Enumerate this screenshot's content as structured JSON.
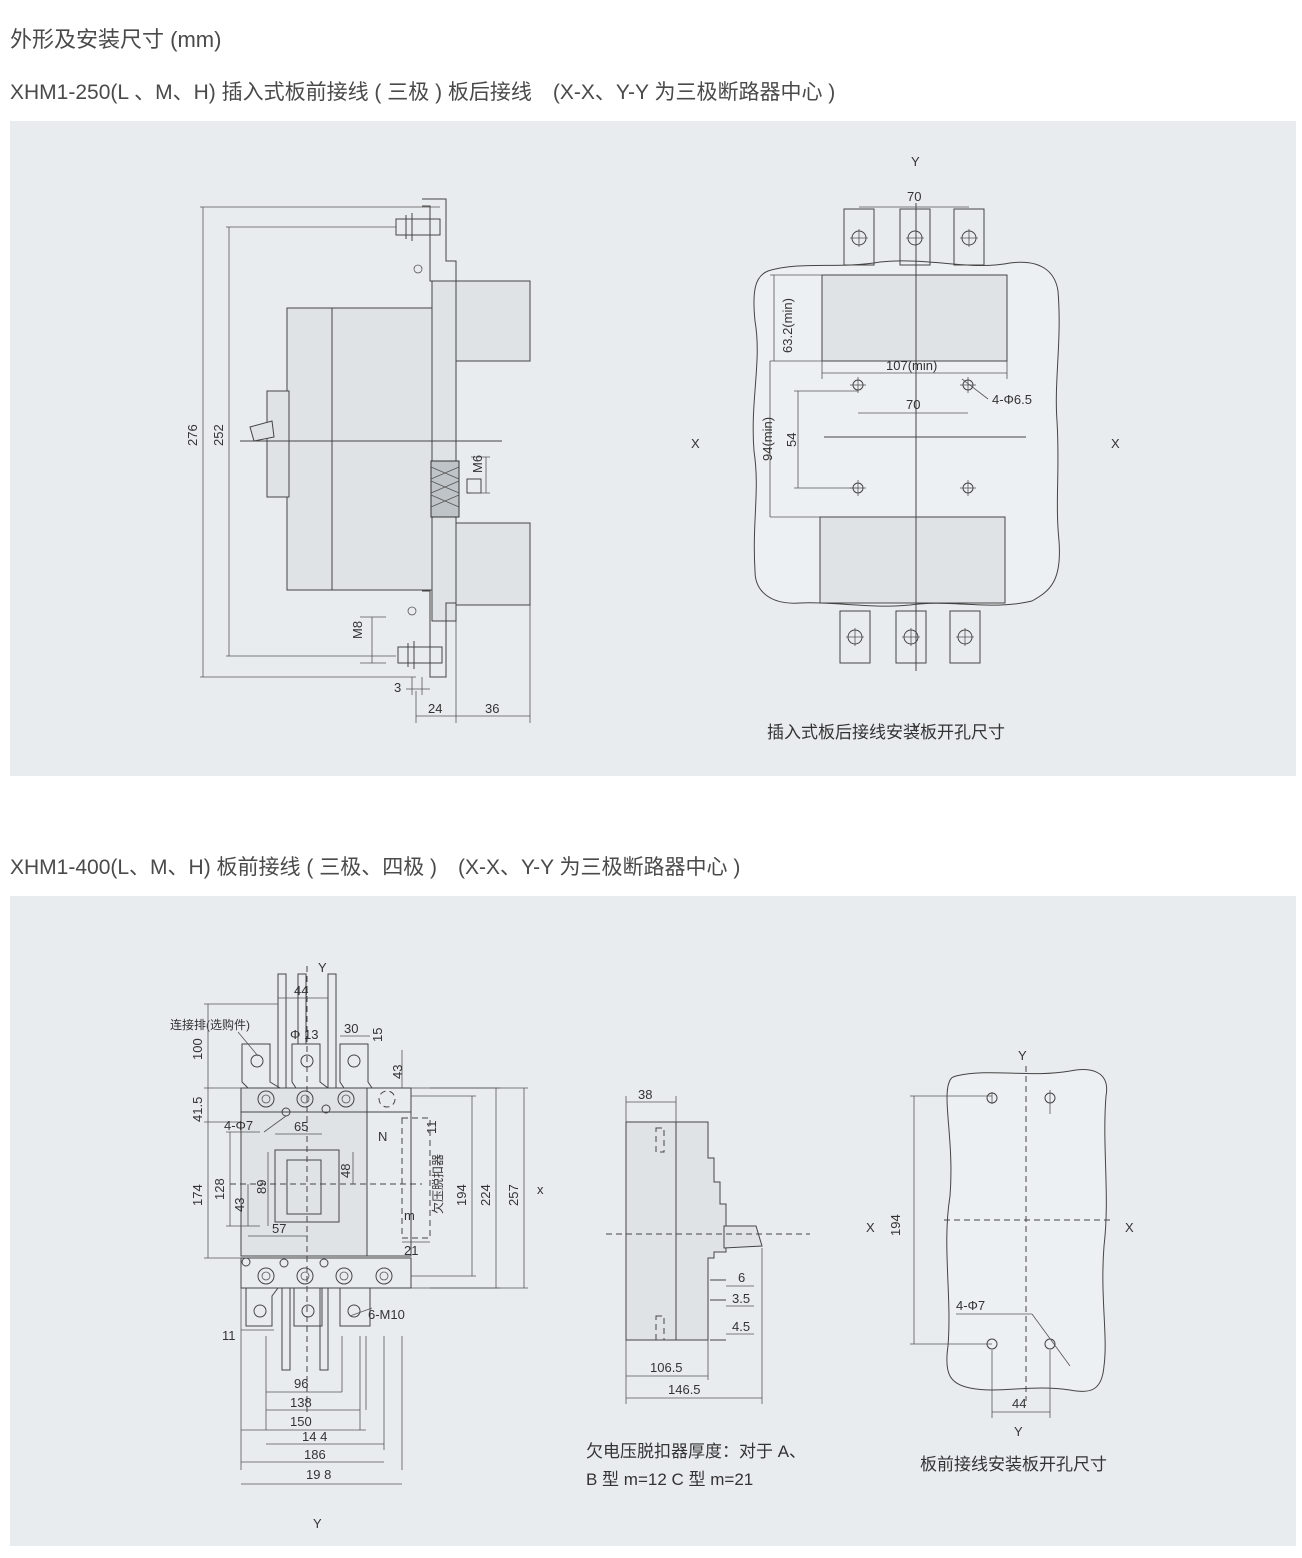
{
  "page_title": "外形及安装尺寸 (mm)",
  "section1": {
    "heading": "XHM1-250(L 、M、H) 插入式板前接线 ( 三极 ) 板后接线　(X-X、Y-Y 为三极断路器中心 )",
    "side_view_dims": {
      "d276": "276",
      "d252": "252",
      "m6": "M6",
      "m8": "M8",
      "d3": "3",
      "d24": "24",
      "d36": "36"
    },
    "cutout_dims": {
      "y": "Y",
      "x": "X",
      "d70_top": "70",
      "d63": "63.2(min)",
      "d107": "107(min)",
      "phi": "4-Φ6.5",
      "d70_mid": "70",
      "d94": "94(min)",
      "d54": "54"
    },
    "caption": "插入式板后接线安装板开孔尺寸"
  },
  "section2": {
    "heading": "XHM1-400(L、M、H) 板前接线 ( 三极、四极 )　(X-X、Y-Y 为三极断路器中心 )",
    "front_view_dims": {
      "y": "Y",
      "x": "x",
      "busbar": "连接排(选购件)",
      "d44": "44",
      "phi13": "Φ 13",
      "d30": "30",
      "d15": "15",
      "d100": "100",
      "d43a": "43",
      "d41_5": "41.5",
      "phi7": "4-Φ7",
      "d65": "65",
      "n": "N",
      "d11a": "11",
      "undervoltage": "欠压脱扣器",
      "d48": "48",
      "d174": "174",
      "d128": "128",
      "d89": "89",
      "d43b": "43",
      "d57": "57",
      "m": "m",
      "d21": "21",
      "d194": "194",
      "d224": "224",
      "d257": "257",
      "m10": "6-M10",
      "d11b": "11",
      "d96": "96",
      "d138": "138",
      "d150": "150",
      "d144": "14 4",
      "d186": "186",
      "d198": "19 8"
    },
    "side_view_dims": {
      "d38": "38",
      "d6": "6",
      "d3_5": "3.5",
      "d4_5": "4.5",
      "d106_5": "106.5",
      "d146_5": "146.5"
    },
    "note_line1": "欠电压脱扣器厚度：对于 A、",
    "note_line2": "B 型 m=12  C 型 m=21",
    "cutout_dims": {
      "y": "Y",
      "x": "X",
      "d194": "194",
      "phi": "4-Φ7",
      "d44": "44"
    },
    "caption": "板前接线安装板开孔尺寸"
  }
}
